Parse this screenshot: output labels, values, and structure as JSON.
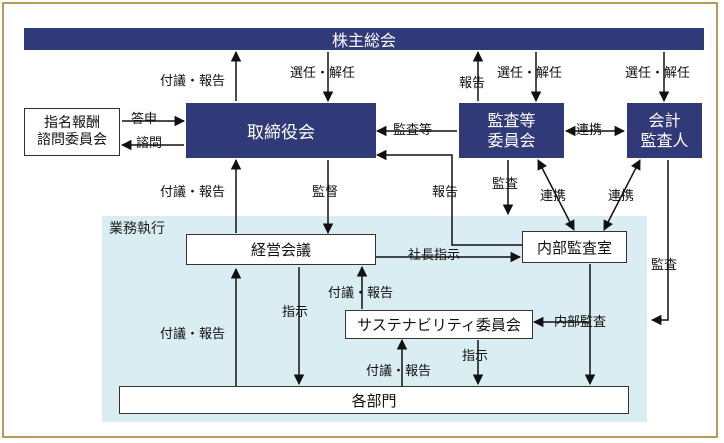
{
  "boxes": {
    "shareholders": "株主総会",
    "board": "取締役会",
    "nomination": [
      "指名報酬",
      "諮問委員会"
    ],
    "audit_committee": [
      "監査等",
      "委員会"
    ],
    "accounting_auditor": [
      "会計",
      "監査人"
    ],
    "management_meeting": "経営会議",
    "internal_audit": "内部監査室",
    "sustainability": "サステナビリティ委員会",
    "departments": "各部門"
  },
  "zone_label": "業務執行",
  "labels": {
    "board_to_shareholders": "付議・報告",
    "shareholders_to_board": "選任・解任",
    "audit_to_shareholders": "報告",
    "shareholders_to_audit": "選任・解任",
    "shareholders_to_auditor": "選任・解任",
    "board_to_nomination_answer": "答申",
    "nomination_to_board_inquiry": "諮問",
    "audit_to_board": "監査等",
    "audit_auditor_link": "連携",
    "mgmt_to_board": "付議・報告",
    "board_to_mgmt": "監督",
    "internal_to_board": "報告",
    "audit_down": "監査",
    "audit_internal_link": "連携",
    "auditor_internal_link": "連携",
    "auditor_down": "監査",
    "president_instruction": "社長指示",
    "sust_to_mgmt": "付議・報告",
    "mgmt_to_depts": "指示",
    "depts_to_mgmt": "付議・報告",
    "internal_audit_to_sust": "内部監査",
    "depts_to_sust": "付議・報告",
    "sust_to_depts": "指示"
  }
}
